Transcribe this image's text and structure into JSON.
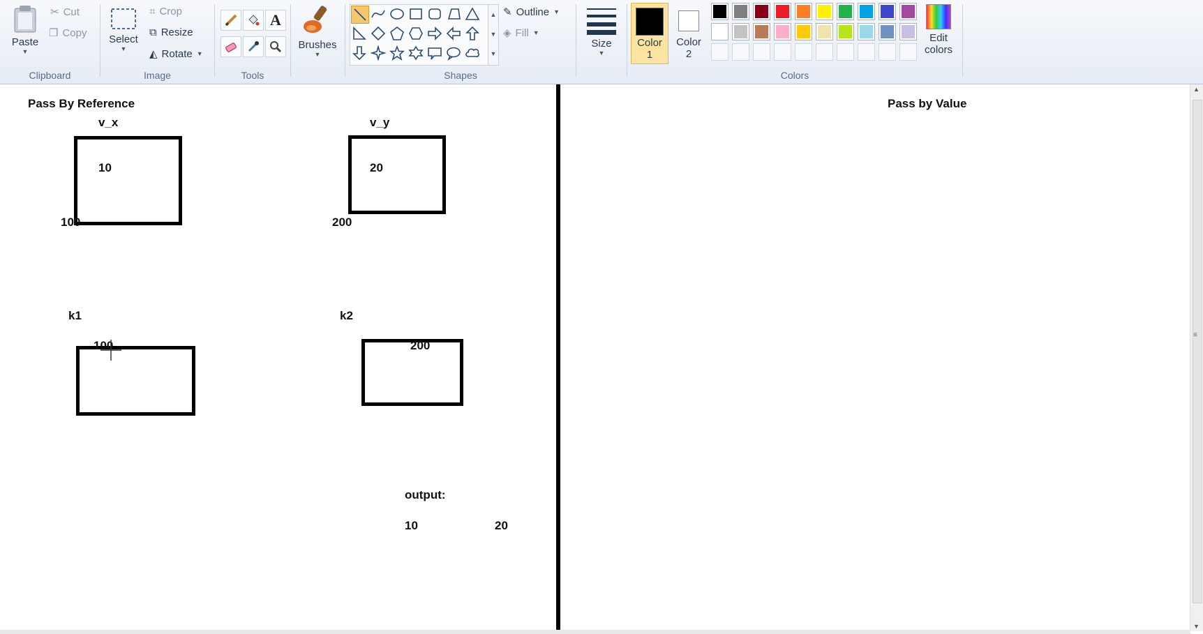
{
  "ribbon": {
    "clipboard": {
      "label": "Clipboard",
      "paste": "Paste",
      "cut": "Cut",
      "copy": "Copy"
    },
    "image": {
      "label": "Image",
      "select": "Select",
      "crop": "Crop",
      "resize": "Resize",
      "rotate": "Rotate"
    },
    "tools": {
      "label": "Tools"
    },
    "brushes": {
      "label": "Brushes"
    },
    "shapes": {
      "label": "Shapes",
      "outline": "Outline",
      "fill": "Fill"
    },
    "size": {
      "label": "Size"
    },
    "colors": {
      "label": "Colors",
      "color1_line1": "Color",
      "color1_line2": "1",
      "color2_line1": "Color",
      "color2_line2": "2",
      "edit_line1": "Edit",
      "edit_line2": "colors",
      "color1_value": "#000000",
      "color2_value": "#ffffff",
      "palette_row1": [
        "#000000",
        "#7f7f7f",
        "#880015",
        "#ed1c24",
        "#ff7f27",
        "#fff200",
        "#22b14c",
        "#00a2e8",
        "#3f48cc",
        "#a349a4"
      ],
      "palette_row2": [
        "#ffffff",
        "#c3c3c3",
        "#b97a57",
        "#ffaec9",
        "#ffc90e",
        "#efe4b0",
        "#b5e61d",
        "#99d9ea",
        "#7092be",
        "#c8bfe7"
      ]
    }
  },
  "canvas": {
    "left_title": "Pass By Reference",
    "right_title": "Pass by Value",
    "vx_label": "v_x",
    "vx_value": "10",
    "vx_addr": "100",
    "vy_label": "v_y",
    "vy_value": "20",
    "vy_addr": "200",
    "k1_label": "k1",
    "k1_value": "100",
    "k2_label": "k2",
    "k2_value": "200",
    "output_label": "output:",
    "output_1": "10",
    "output_2": "20"
  }
}
